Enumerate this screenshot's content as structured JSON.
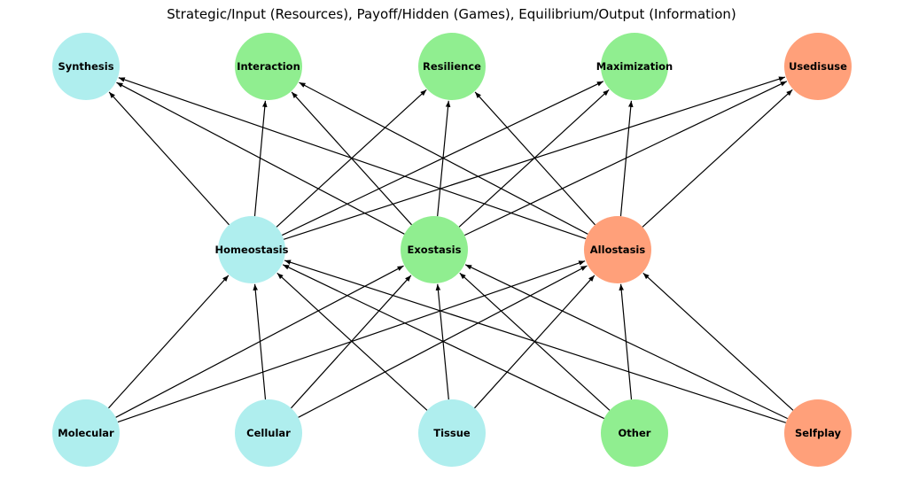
{
  "title": "Strategic/Input (Resources), Payoff/Hidden (Games), Equilibrium/Output (Information)",
  "colors": {
    "blue": "#afeeee",
    "green": "#90ee90",
    "orange": "#ffa07a",
    "edge": "#000000"
  },
  "layers": {
    "output": [
      {
        "id": "synthesis",
        "label": "Synthesis",
        "color": "blue"
      },
      {
        "id": "interaction",
        "label": "Interaction",
        "color": "green"
      },
      {
        "id": "resilience",
        "label": "Resilience",
        "color": "green"
      },
      {
        "id": "maximization",
        "label": "Maximization",
        "color": "green"
      },
      {
        "id": "usedisuse",
        "label": "Usedisuse",
        "color": "orange"
      }
    ],
    "hidden": [
      {
        "id": "homeostasis",
        "label": "Homeostasis",
        "color": "blue"
      },
      {
        "id": "exostasis",
        "label": "Exostasis",
        "color": "green"
      },
      {
        "id": "allostasis",
        "label": "Allostasis",
        "color": "orange"
      }
    ],
    "input": [
      {
        "id": "molecular",
        "label": "Molecular",
        "color": "blue"
      },
      {
        "id": "cellular",
        "label": "Cellular",
        "color": "blue"
      },
      {
        "id": "tissue",
        "label": "Tissue",
        "color": "blue"
      },
      {
        "id": "other",
        "label": "Other",
        "color": "green"
      },
      {
        "id": "selfplay",
        "label": "Selfplay",
        "color": "orange"
      }
    ]
  },
  "edges": [
    [
      "molecular",
      "homeostasis"
    ],
    [
      "molecular",
      "exostasis"
    ],
    [
      "molecular",
      "allostasis"
    ],
    [
      "cellular",
      "homeostasis"
    ],
    [
      "cellular",
      "exostasis"
    ],
    [
      "cellular",
      "allostasis"
    ],
    [
      "tissue",
      "homeostasis"
    ],
    [
      "tissue",
      "exostasis"
    ],
    [
      "tissue",
      "allostasis"
    ],
    [
      "other",
      "homeostasis"
    ],
    [
      "other",
      "exostasis"
    ],
    [
      "other",
      "allostasis"
    ],
    [
      "selfplay",
      "homeostasis"
    ],
    [
      "selfplay",
      "exostasis"
    ],
    [
      "selfplay",
      "allostasis"
    ],
    [
      "homeostasis",
      "synthesis"
    ],
    [
      "homeostasis",
      "interaction"
    ],
    [
      "homeostasis",
      "resilience"
    ],
    [
      "homeostasis",
      "maximization"
    ],
    [
      "homeostasis",
      "usedisuse"
    ],
    [
      "exostasis",
      "synthesis"
    ],
    [
      "exostasis",
      "interaction"
    ],
    [
      "exostasis",
      "resilience"
    ],
    [
      "exostasis",
      "maximization"
    ],
    [
      "exostasis",
      "usedisuse"
    ],
    [
      "allostasis",
      "synthesis"
    ],
    [
      "allostasis",
      "interaction"
    ],
    [
      "allostasis",
      "resilience"
    ],
    [
      "allostasis",
      "maximization"
    ],
    [
      "allostasis",
      "usedisuse"
    ]
  ]
}
